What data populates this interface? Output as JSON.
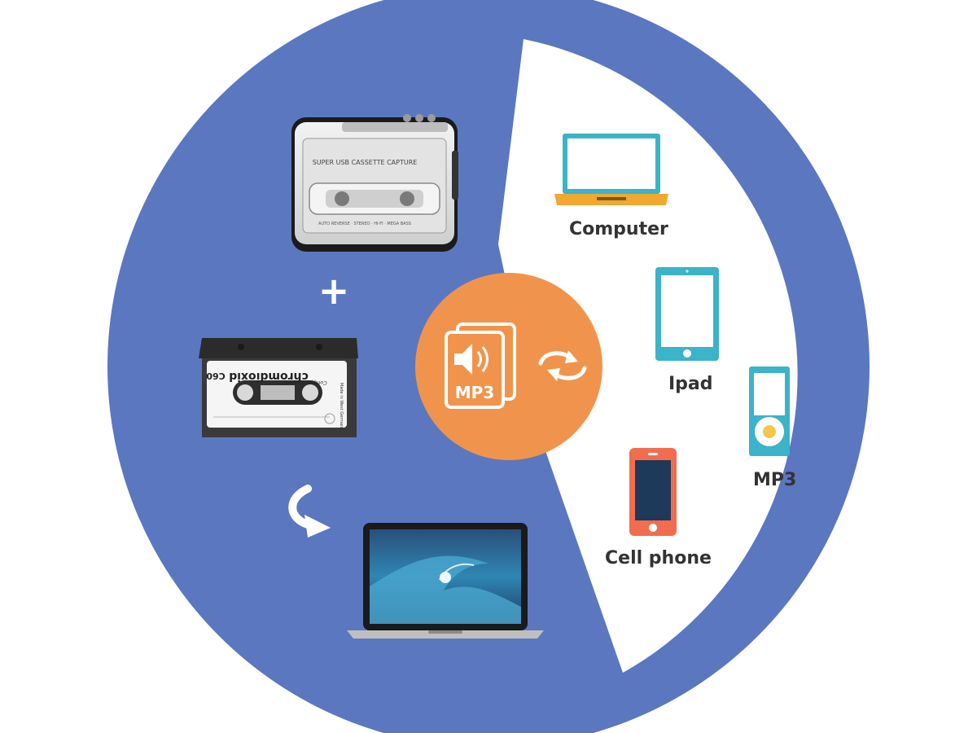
{
  "colors": {
    "ring": "#5b77c0",
    "panel": "#ffffff",
    "hub": "#f0944d",
    "computer_frame": "#3bb3c8",
    "computer_base": "#f0a830",
    "ipad_frame": "#3bb3c8",
    "mp3_frame": "#3bb3c8",
    "mp3_wheel": "#f2c94c",
    "phone_frame": "#f26c4f",
    "phone_screen": "#1d3a5a",
    "label": "#333333"
  },
  "player": {
    "caption": "SUPER USB CASSETTE CAPTURE",
    "subcaption": "AUTO REVERSE · STEREO · HI-FI · MEGA BASS"
  },
  "cassette": {
    "brand": "chromdioxid",
    "series": "Compact Cassette",
    "length": "C60",
    "origin": "Made in West Germany"
  },
  "hub": {
    "format": "MP3"
  },
  "symbols": {
    "plus": "+"
  },
  "devices": {
    "computer": "Computer",
    "ipad": "Ipad",
    "mp3": "MP3",
    "cellphone": "Cell phone"
  }
}
